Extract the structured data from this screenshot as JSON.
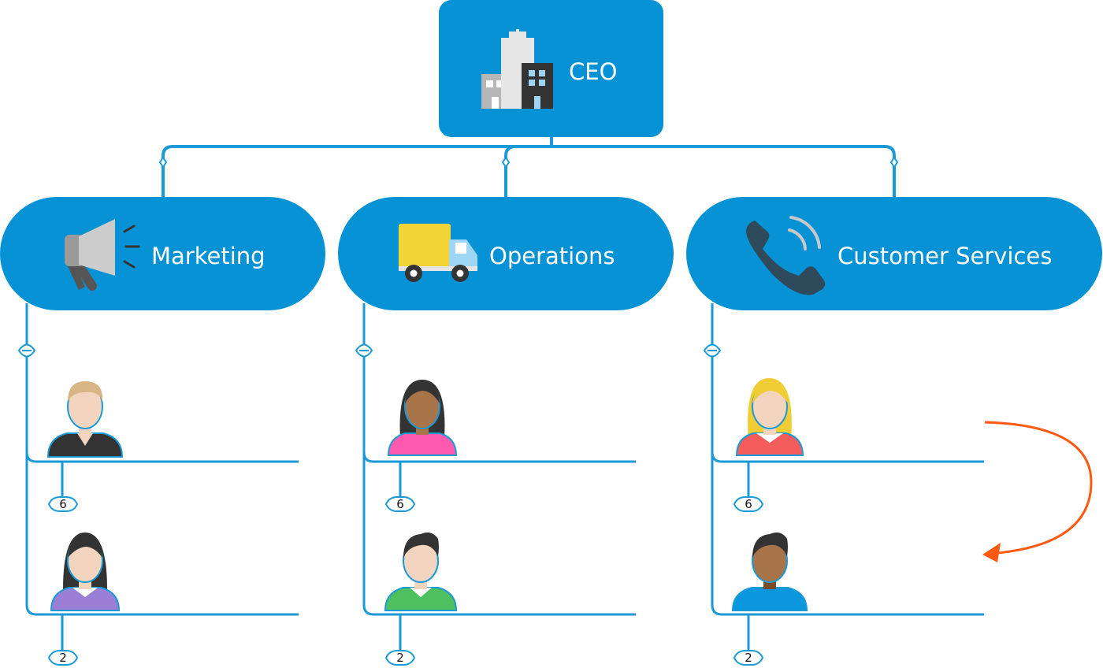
{
  "colors": {
    "node_fill": "#0792d6",
    "connector": "#1a9ad6",
    "badge_fill": "#ffffff",
    "arrow": "#ff5a14"
  },
  "root": {
    "label": "CEO",
    "icon": "office-buildings-icon"
  },
  "departments": [
    {
      "label": "Marketing",
      "icon": "megaphone-icon",
      "members": [
        {
          "icon": "man-avatar-icon",
          "badge": "6"
        },
        {
          "icon": "woman-avatar-icon",
          "badge": "2"
        }
      ]
    },
    {
      "label": "Operations",
      "icon": "delivery-truck-icon",
      "members": [
        {
          "icon": "woman-avatar-icon",
          "badge": "6"
        },
        {
          "icon": "man-avatar-icon",
          "badge": "2"
        }
      ]
    },
    {
      "label": "Customer Services",
      "icon": "telephone-icon",
      "members": [
        {
          "icon": "woman-avatar-icon",
          "badge": "6"
        },
        {
          "icon": "man-avatar-icon",
          "badge": "2"
        }
      ]
    }
  ],
  "move_arrow": {
    "icon": "curved-arrow-icon"
  }
}
